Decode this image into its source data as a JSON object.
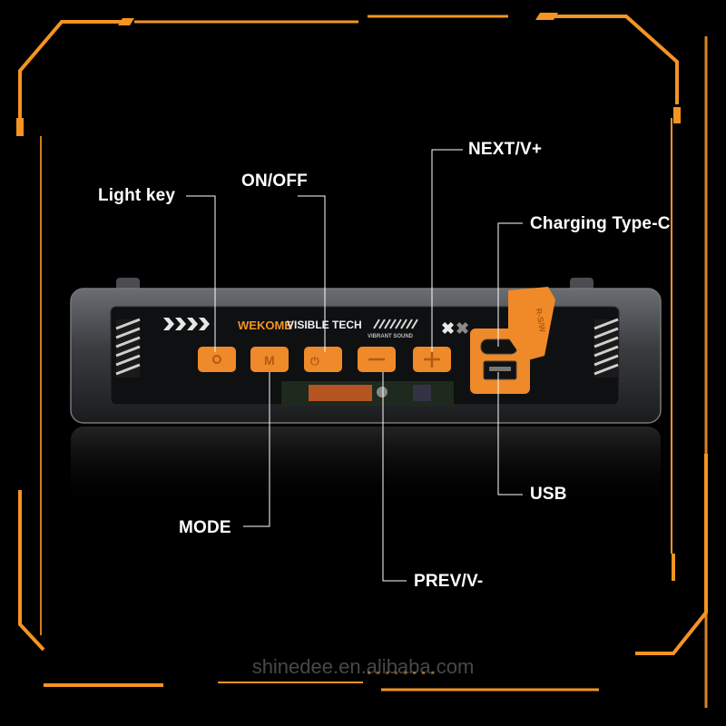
{
  "labels": {
    "light_key": "Light key",
    "on_off": "ON/OFF",
    "next_vplus": "NEXT/V+",
    "charging_typec": "Charging Type-C",
    "usb": "USB",
    "mode": "MODE",
    "prev_vminus": "PREV/V-"
  },
  "device": {
    "brand": "WEKOME",
    "title": "VISIBLE TECH",
    "subtitle": "VIBRANT SOUND",
    "cap_text": "R-S/W"
  },
  "watermark": "shinedee.en.alibaba.com",
  "colors": {
    "accent": "#F39423",
    "background": "#000000",
    "label_text": "#FFFFFF",
    "button": "#EE8A2A"
  }
}
